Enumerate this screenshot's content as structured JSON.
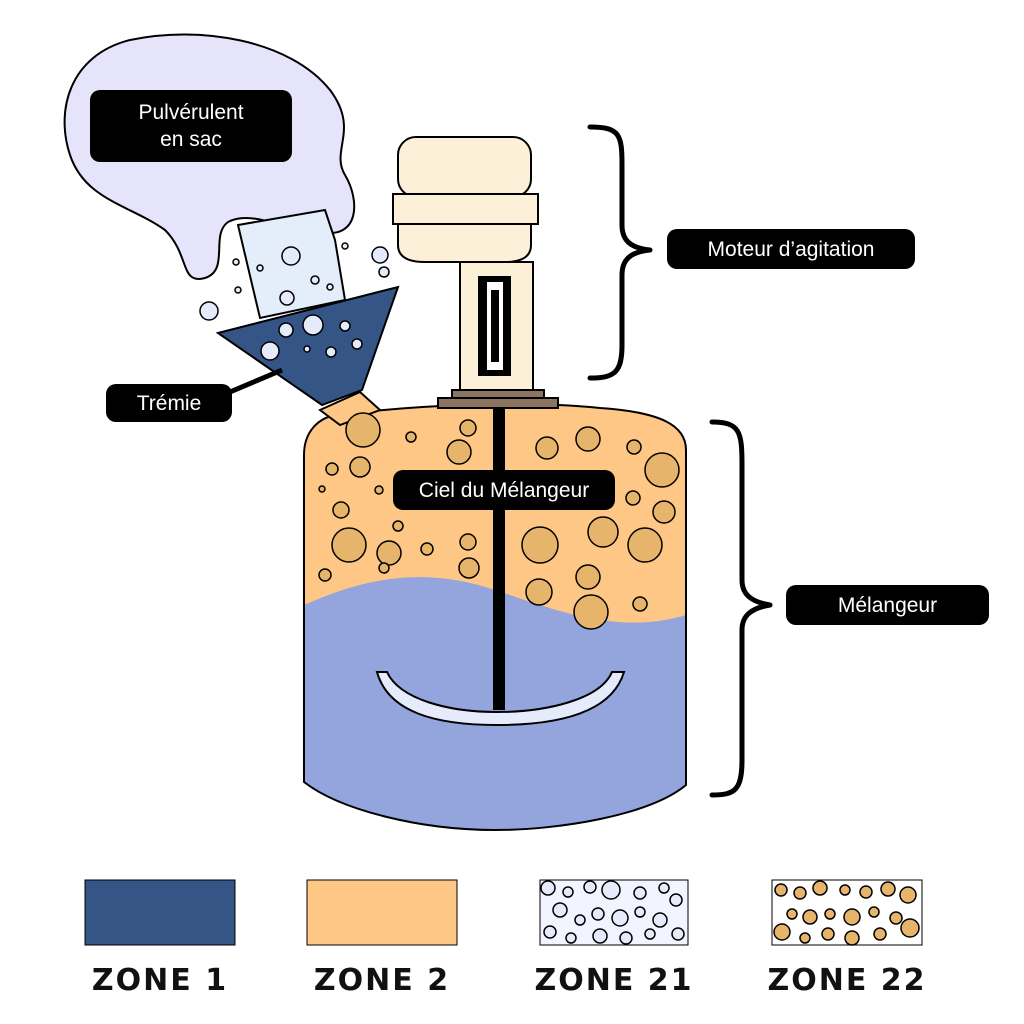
{
  "labels": {
    "bag_line1": "Pulvérulent",
    "bag_line2": "en sac",
    "hopper": "Trémie",
    "motor": "Moteur d’agitation",
    "sky": "Ciel du Mélangeur",
    "mixer": "Mélangeur"
  },
  "legend": [
    {
      "name": "ZONE 1",
      "fill": "#365587",
      "pattern": "none"
    },
    {
      "name": "ZONE 2",
      "fill": "#ffc786",
      "pattern": "none"
    },
    {
      "name": "ZONE 21",
      "fill": "#f2f4ff",
      "pattern": "light-bubbles"
    },
    {
      "name": "ZONE 22",
      "fill": "#ffffff",
      "pattern": "tan-bubbles"
    }
  ],
  "colors": {
    "zone1": "#365587",
    "zone2": "#ffc786",
    "liquid": "#93a5dc",
    "bubble_light": "#e6ebfb",
    "bubble_tan": "#e6b46a",
    "bag": "#e6e4fa",
    "motor_body": "#fdf0d8",
    "motor_base": "#8c7560"
  }
}
